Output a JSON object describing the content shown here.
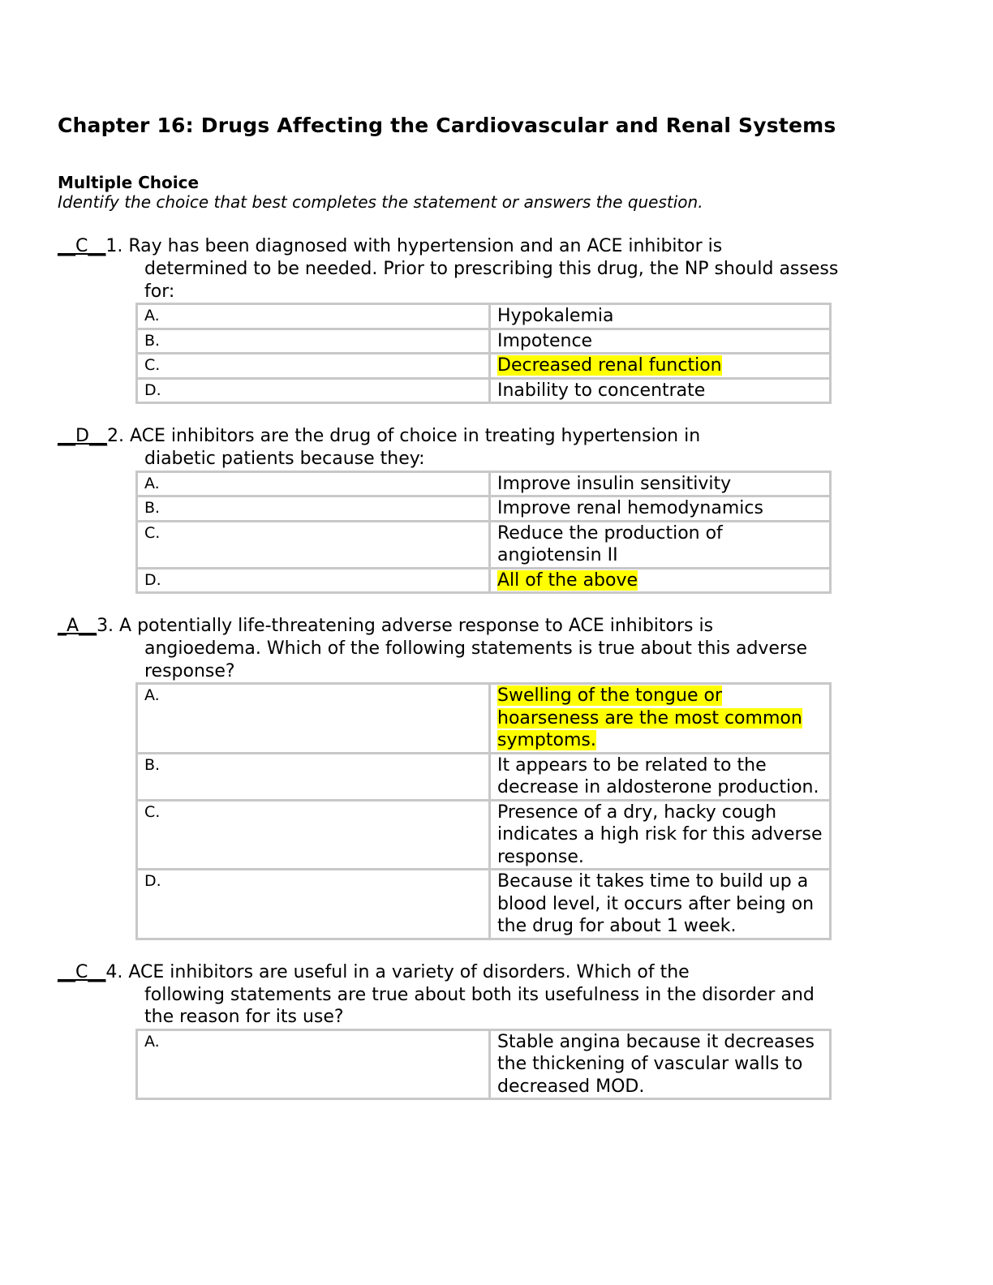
{
  "title": "Chapter 16: Drugs Affecting the Cardiovascular and Renal Systems",
  "section": {
    "heading": "Multiple Choice",
    "instructions": "Identify the choice that best completes the statement or answers the question."
  },
  "questions": [
    {
      "blank_prefix": "__",
      "answer": "C",
      "blank_suffix": "__",
      "number": "1.",
      "first_line": "Ray has been diagnosed with hypertension and an ACE inhibitor is",
      "continuation": "determined to be needed. Prior to prescribing this drug, the NP should assess for:",
      "choices": [
        {
          "letter": "A.",
          "text": "Hypokalemia",
          "highlighted": false
        },
        {
          "letter": "B.",
          "text": "Impotence",
          "highlighted": false
        },
        {
          "letter": "C.",
          "text": "Decreased renal function",
          "highlighted": true
        },
        {
          "letter": "D.",
          "text": "Inability to concentrate",
          "highlighted": false
        }
      ]
    },
    {
      "blank_prefix": "__",
      "answer": "D",
      "blank_suffix": "__",
      "number": "2.",
      "first_line": "ACE inhibitors are the drug of choice in treating hypertension in",
      "continuation": "diabetic patients because they:",
      "choices": [
        {
          "letter": "A.",
          "text": "Improve insulin sensitivity",
          "highlighted": false
        },
        {
          "letter": "B.",
          "text": "Improve renal hemodynamics",
          "highlighted": false
        },
        {
          "letter": "C.",
          "text": "Reduce the production of angiotensin II",
          "highlighted": false
        },
        {
          "letter": "D.",
          "text": "All of the above",
          "highlighted": true
        }
      ]
    },
    {
      "blank_prefix": "_",
      "answer": "A",
      "blank_suffix": "__",
      "number": "3.",
      "first_line": "A potentially life-threatening adverse response to ACE inhibitors is",
      "continuation": "angioedema. Which of the following statements is true about this adverse response?",
      "choices": [
        {
          "letter": "A.",
          "text": "Swelling of the tongue or hoarseness are the most common symptoms.",
          "highlighted": true
        },
        {
          "letter": "B.",
          "text": "It appears to be related to the decrease in aldosterone production.",
          "highlighted": false
        },
        {
          "letter": "C.",
          "text": "Presence of a dry, hacky cough indicates a high risk for this adverse response.",
          "highlighted": false
        },
        {
          "letter": "D.",
          "text": "Because it takes time to build up a blood level, it occurs after being on the drug for about 1 week.",
          "highlighted": false
        }
      ]
    },
    {
      "blank_prefix": "__",
      "answer": "C",
      "blank_suffix": "__",
      "number": "4.",
      "first_line": "ACE inhibitors are useful in a variety of disorders. Which of the",
      "continuation": "following statements are true about both its usefulness in the disorder and the reason for its use?",
      "choices": [
        {
          "letter": "A.",
          "text": "Stable angina because it decreases the thickening of vascular walls to decreased MOD.",
          "highlighted": false
        }
      ]
    }
  ]
}
